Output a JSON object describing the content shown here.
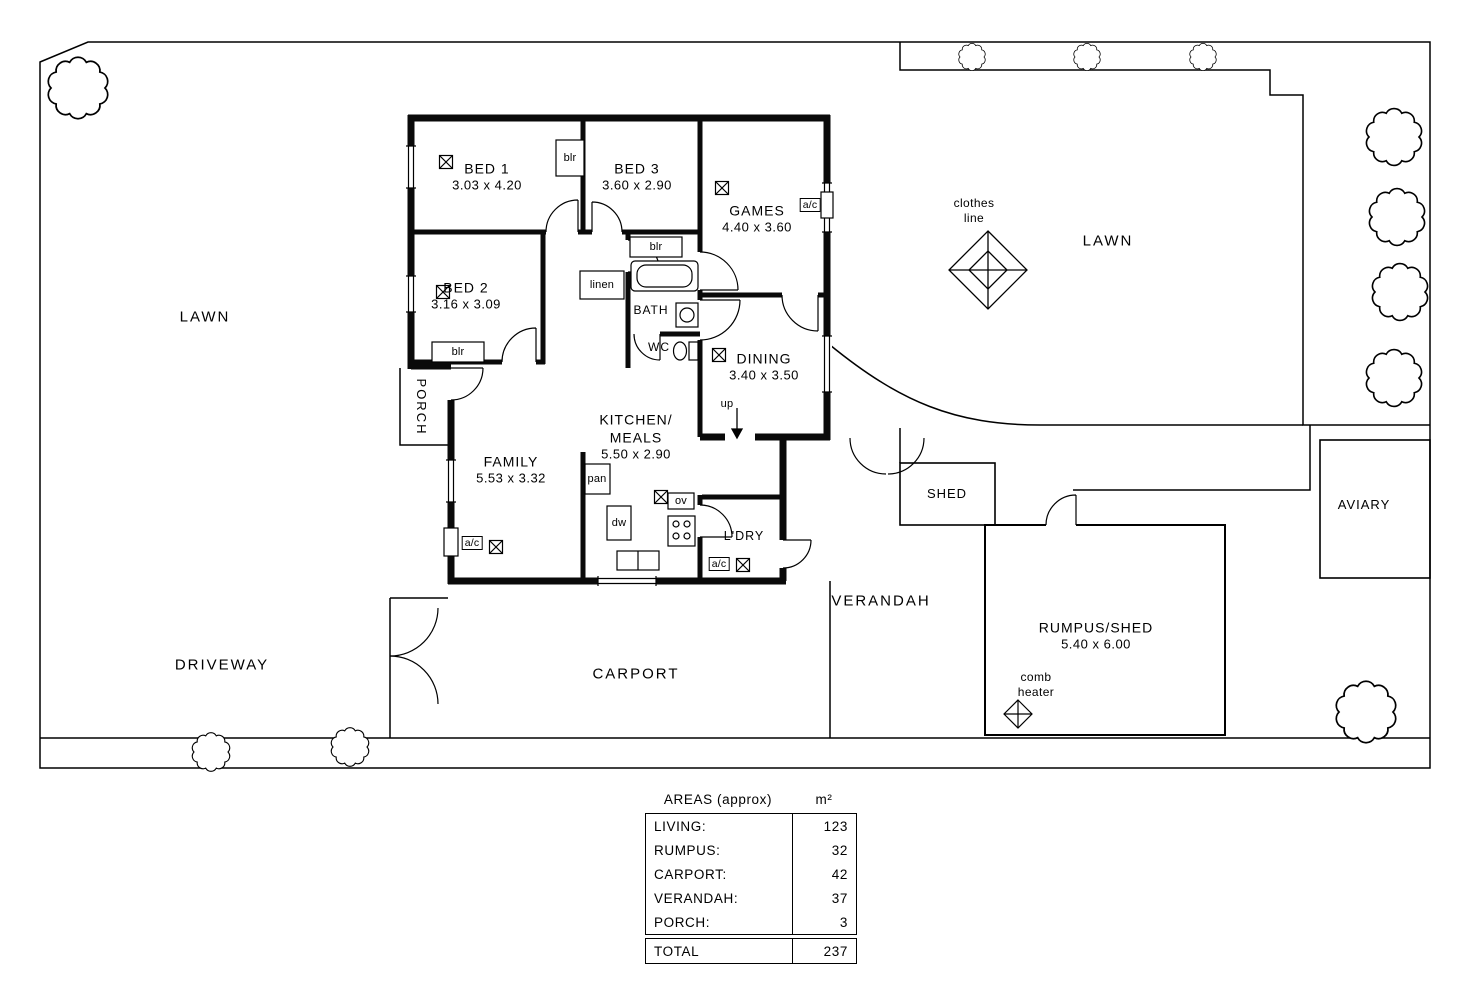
{
  "plan": {
    "outdoor": {
      "lawn": "LAWN",
      "driveway": "DRIVEWAY",
      "carport": "CARPORT",
      "verandah": "VERANDAH",
      "porch": "PORCH",
      "shed": "SHED",
      "aviary": "AVIARY",
      "clothes_line": "clothes\nline",
      "comb_heater": "comb\nheater"
    },
    "rooms": {
      "bed1": {
        "name": "BED 1",
        "dims": "3.03 x 4.20"
      },
      "bed2": {
        "name": "BED 2",
        "dims": "3.16 x 3.09"
      },
      "bed3": {
        "name": "BED 3",
        "dims": "3.60 x 2.90"
      },
      "games": {
        "name": "GAMES",
        "dims": "4.40 x 3.60"
      },
      "dining": {
        "name": "DINING",
        "dims": "3.40 x 3.50"
      },
      "kitchen_meals": {
        "name": "KITCHEN/\nMEALS",
        "dims": "5.50 x 2.90"
      },
      "family": {
        "name": "FAMILY",
        "dims": "5.53 x 3.32"
      },
      "rumpus_shed": {
        "name": "RUMPUS/SHED",
        "dims": "5.40 x 6.00"
      },
      "bath": {
        "name": "BATH"
      },
      "wc": {
        "name": "WC"
      },
      "laundry": {
        "name": "L'DRY"
      }
    },
    "fixtures": {
      "blr": "blr",
      "linen": "linen",
      "pan": "pan",
      "dw": "dw",
      "ov": "ov",
      "ac": "a/c",
      "up": "up"
    }
  },
  "areas_table": {
    "title": "AREAS (approx)",
    "unit": "m²",
    "rows": [
      {
        "label": "LIVING:",
        "value": "123"
      },
      {
        "label": "RUMPUS:",
        "value": "32"
      },
      {
        "label": "CARPORT:",
        "value": "42"
      },
      {
        "label": "VERANDAH:",
        "value": "37"
      },
      {
        "label": "PORCH:",
        "value": "3"
      }
    ],
    "total_label": "TOTAL",
    "total_value": "237"
  }
}
